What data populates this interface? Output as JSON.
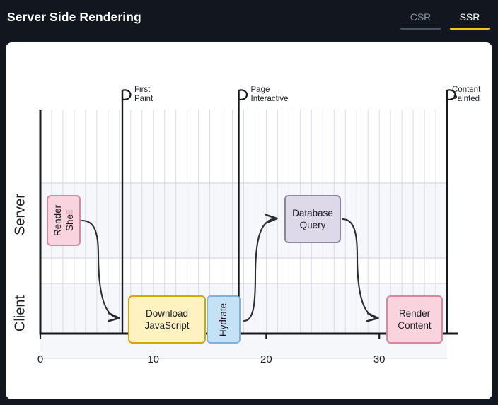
{
  "header": {
    "title": "Server Side Rendering",
    "tabs": [
      {
        "id": "csr",
        "label": "CSR",
        "active": false
      },
      {
        "id": "ssr",
        "label": "SSR",
        "active": true
      }
    ],
    "accent_color": "#f5c518",
    "background_color": "#11161f"
  },
  "chart_data": {
    "type": "timeline",
    "title": "Server Side Rendering",
    "xlabel": "",
    "ylabel": "",
    "xlim": [
      0,
      36
    ],
    "ylim": [
      0,
      2
    ],
    "grid": true,
    "legend": "none",
    "xticks": [
      "0",
      "10",
      "20",
      "30"
    ],
    "xtick_values": [
      0,
      10,
      20,
      30
    ],
    "lanes": [
      {
        "name": "Server",
        "index": 1
      },
      {
        "name": "Client",
        "index": 0
      }
    ],
    "milestones": [
      {
        "label": "First\nPaint",
        "label_line1": "First",
        "label_line2": "Paint",
        "x": 7.0
      },
      {
        "label": "Page\nInteractive",
        "label_line1": "Page",
        "label_line2": "Interactive",
        "x": 17.3
      },
      {
        "label": "Content\nPainted",
        "label_line1": "Content",
        "label_line2": "Painted",
        "x": 35.8
      }
    ],
    "tasks": [
      {
        "id": "render-shell",
        "label": "Render Shell",
        "label_line1": "Render",
        "label_line2": "Shell",
        "lane": "Server",
        "start": 0.2,
        "end": 3.0,
        "orientation": "vertical",
        "fill": "#f9d3dd",
        "stroke": "#d9869f"
      },
      {
        "id": "download-js",
        "label": "Download JavaScript",
        "label_line1": "Download",
        "label_line2": "JavaScript",
        "lane": "Client",
        "start": 7.0,
        "end": 13.6,
        "orientation": "horizontal",
        "fill": "#fdf2c0",
        "stroke": "#d4a800"
      },
      {
        "id": "hydrate",
        "label": "Hydrate",
        "lane": "Client",
        "start": 13.6,
        "end": 16.5,
        "orientation": "vertical",
        "fill": "#c5e1f5",
        "stroke": "#7fb2d8"
      },
      {
        "id": "database-query",
        "label": "Database Query",
        "label_line1": "Database",
        "label_line2": "Query",
        "lane": "Server",
        "start": 20.2,
        "end": 25.0,
        "orientation": "horizontal",
        "fill": "#ddd9e8",
        "stroke": "#8c8799"
      },
      {
        "id": "render-content",
        "label": "Render Content",
        "label_line1": "Render",
        "label_line2": "Content",
        "lane": "Client",
        "start": 28.9,
        "end": 33.7,
        "orientation": "horizontal",
        "fill": "#f9d3dd",
        "stroke": "#d9869f"
      }
    ],
    "connections": [
      {
        "from": "render-shell",
        "to": "download-js"
      },
      {
        "from": "hydrate",
        "to": "database-query"
      },
      {
        "from": "database-query",
        "to": "render-content"
      }
    ]
  }
}
